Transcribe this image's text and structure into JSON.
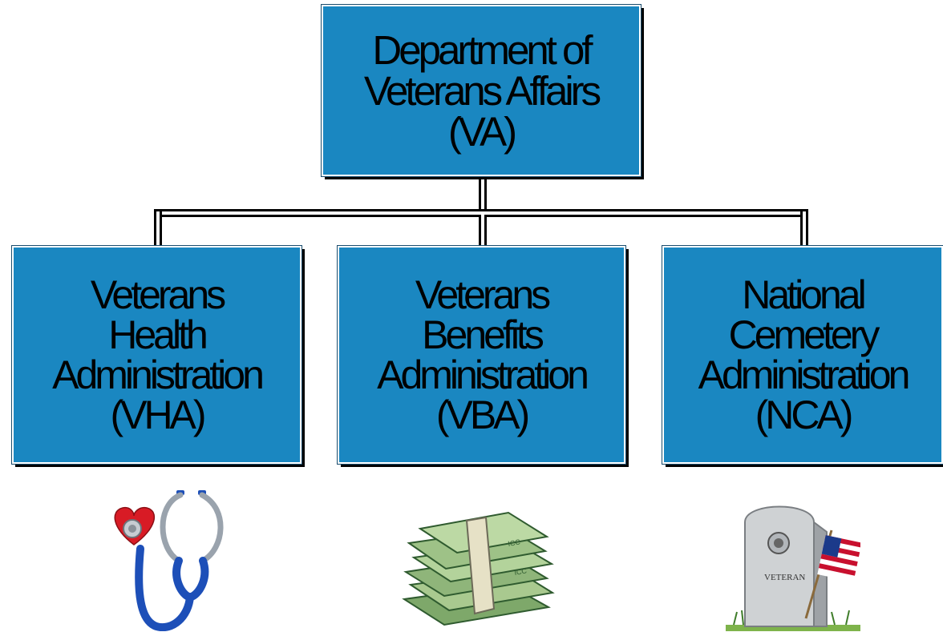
{
  "root": {
    "line1": "Department of",
    "line2": "Veterans Affairs",
    "line3": "(VA)"
  },
  "children": [
    {
      "line1": "Veterans",
      "line2": "Health",
      "line3": "Administration",
      "line4": "(VHA)",
      "icon": "stethoscope-heart-icon"
    },
    {
      "line1": "Veterans",
      "line2": "Benefits",
      "line3": "Administration",
      "line4": "(VBA)",
      "icon": "money-stack-icon"
    },
    {
      "line1": "National",
      "line2": "Cemetery",
      "line3": "Administration",
      "line4": "(NCA)",
      "icon": "headstone-flag-icon"
    }
  ],
  "headstone_text": "VETERAN",
  "colors": {
    "box_fill": "#1a87c1",
    "box_shadow": "#000000",
    "connector": "#000000"
  }
}
